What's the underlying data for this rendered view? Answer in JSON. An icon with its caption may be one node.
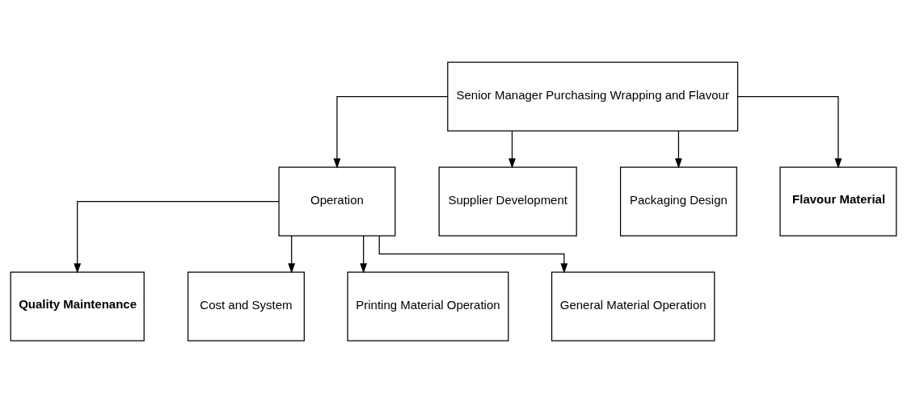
{
  "diagram": {
    "nodes": [
      {
        "text": [
          "Senior Manager Purchasing Wrapping and Flavour"
        ]
      },
      {
        "text": [
          "Operation"
        ]
      },
      {
        "text": [
          "Supplier Development"
        ]
      },
      {
        "text": [
          "Packaging Design"
        ]
      },
      {
        "text": [
          "Flavour Material"
        ]
      },
      {
        "text": [
          "Quality Maintenance"
        ]
      },
      {
        "text": [
          "Cost and System"
        ]
      },
      {
        "text": [
          "Printing Material Operation"
        ]
      },
      {
        "text": [
          "General Material Operation"
        ]
      }
    ],
    "edges": [
      {
        "from": 0,
        "to": 1,
        "arrow": "to"
      },
      {
        "from": 0,
        "to": 2,
        "arrow": "to"
      },
      {
        "from": 0,
        "to": 3,
        "arrow": "to"
      },
      {
        "from": 0,
        "to": 4,
        "arrow": "to"
      },
      {
        "from": 1,
        "to": 5,
        "arrow": "to"
      },
      {
        "from": 1,
        "to": 6,
        "arrow": "to"
      },
      {
        "from": 1,
        "to": 7,
        "arrow": "to"
      },
      {
        "from": 1,
        "to": 8,
        "arrow": "to"
      }
    ]
  }
}
